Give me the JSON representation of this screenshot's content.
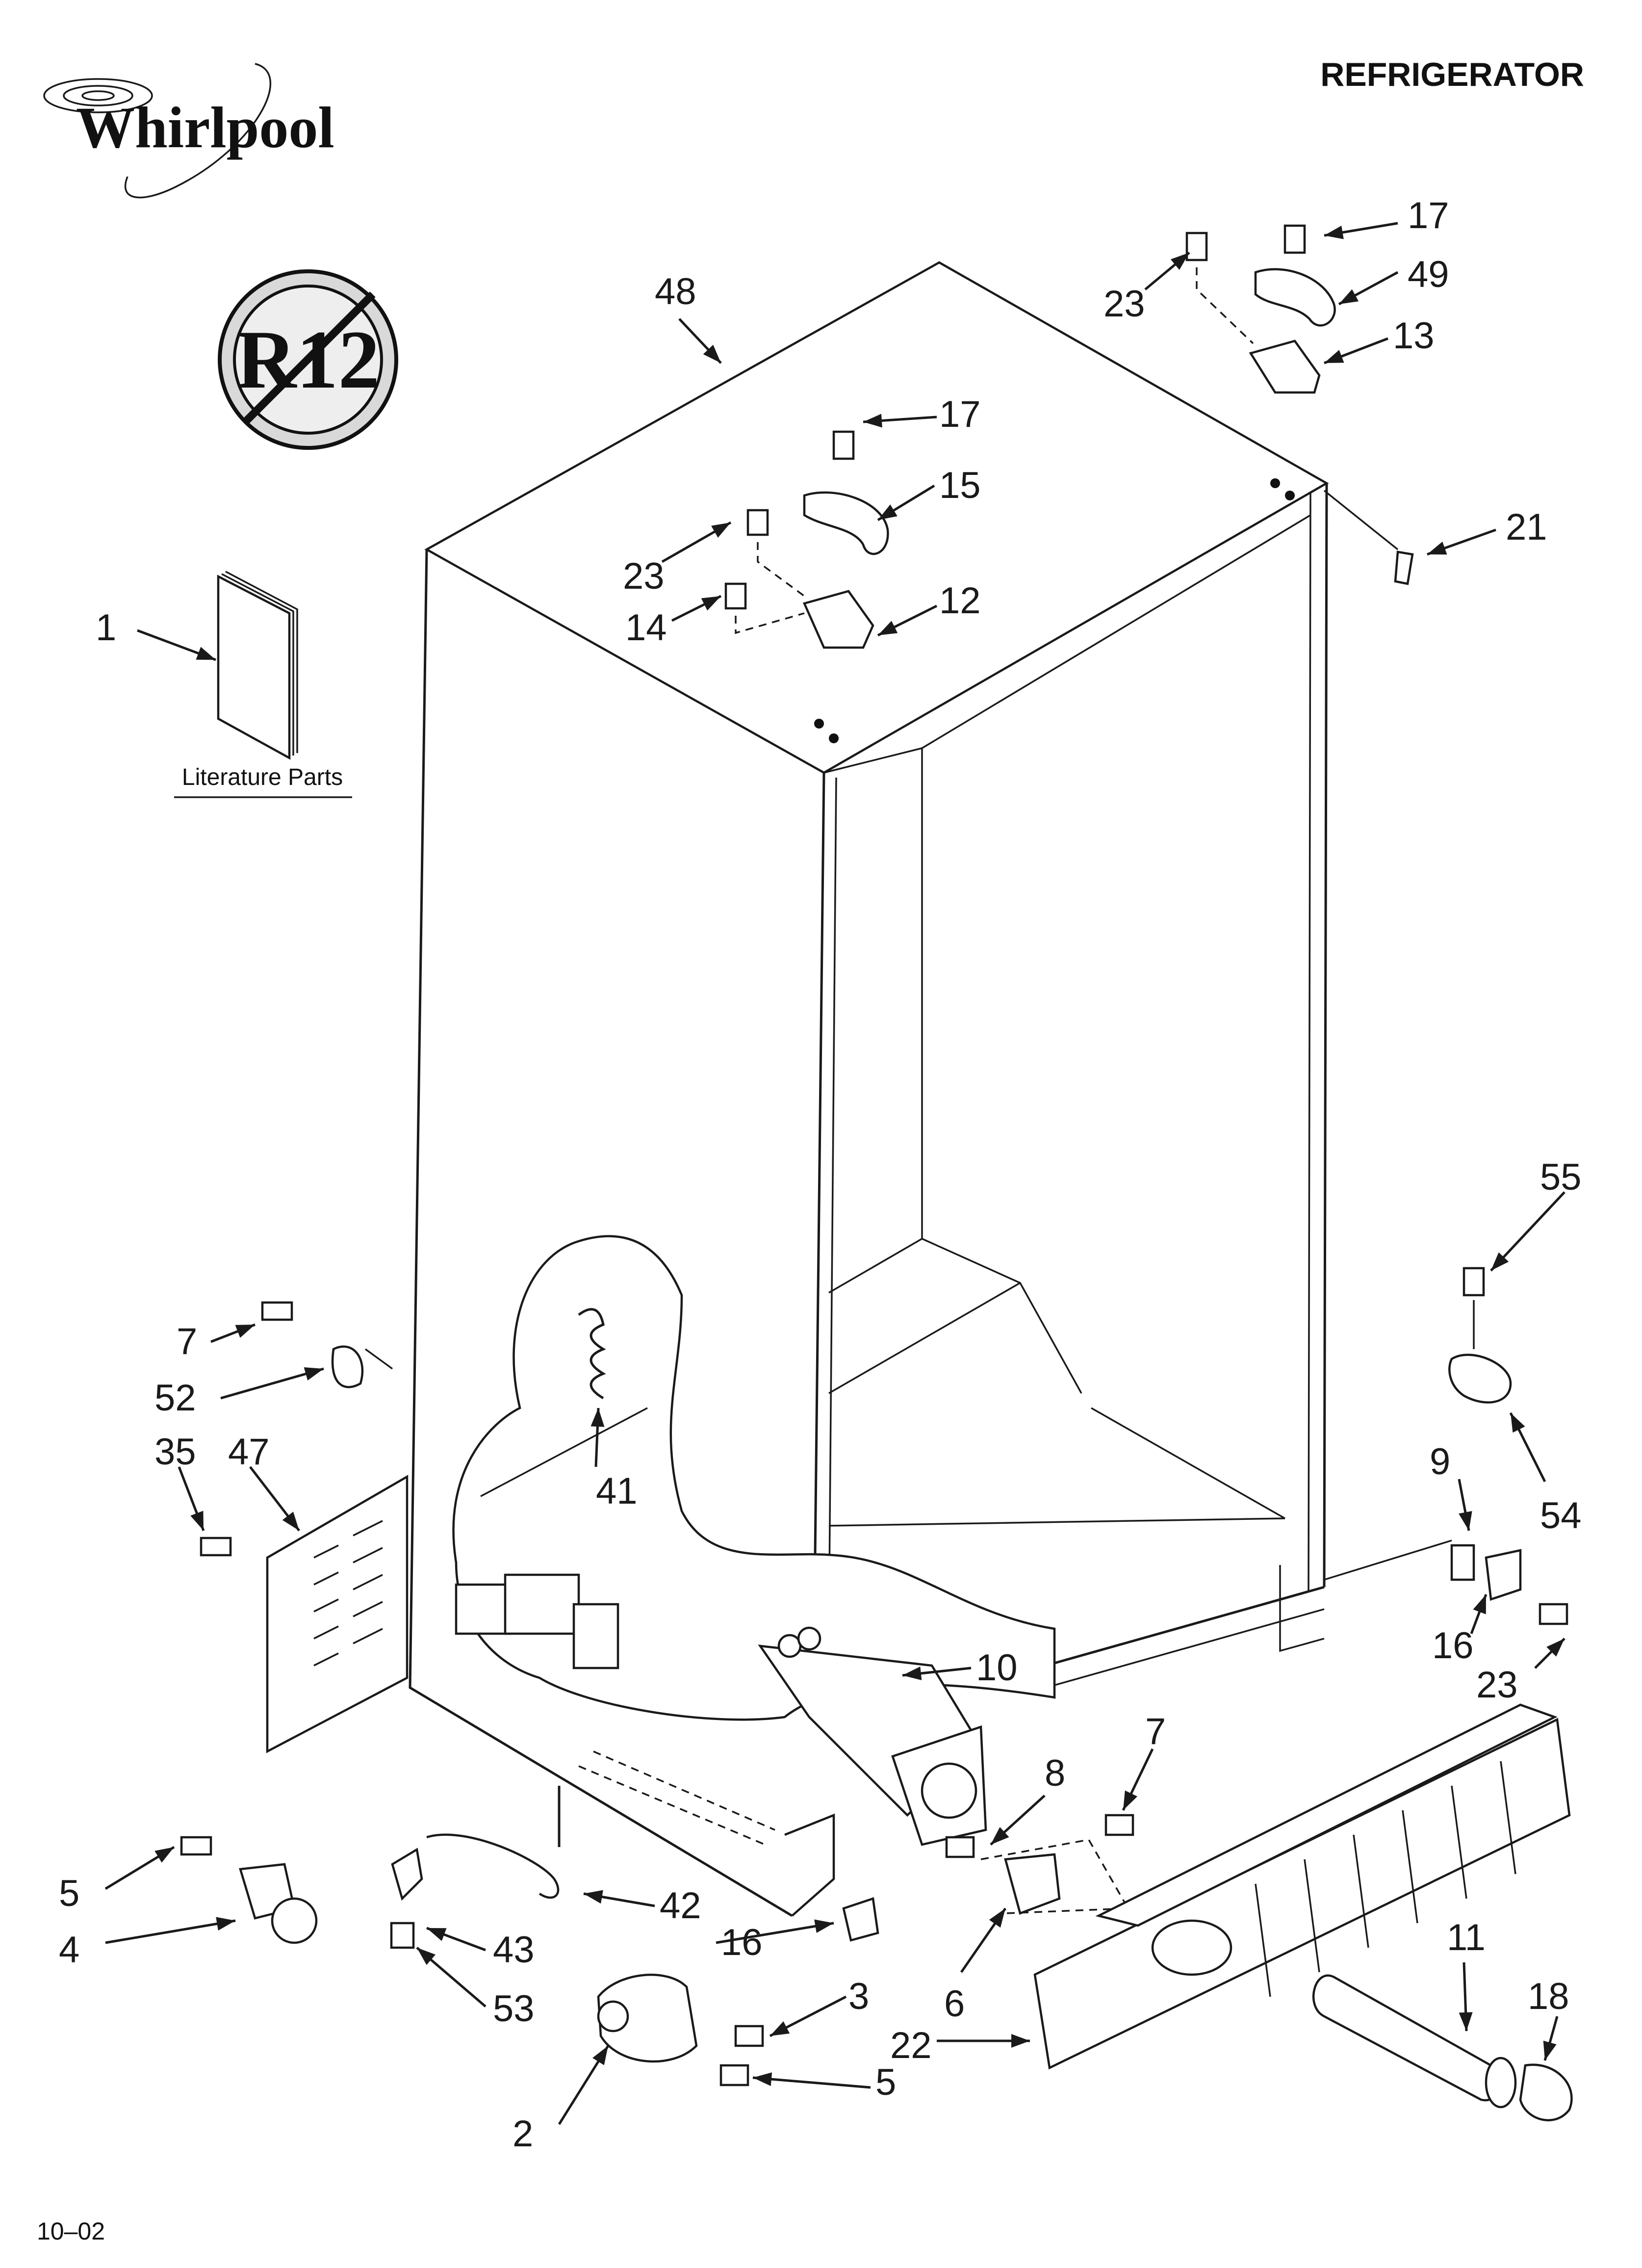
{
  "header": {
    "brand": "Whirlpool",
    "title": "REFRIGERATOR",
    "badge": "R12"
  },
  "literature_label": "Literature Parts",
  "footer_code": "10–02",
  "callouts": [
    {
      "label": "48",
      "anchor": "cabinet-top"
    },
    {
      "label": "17",
      "anchor": "hinge-screw-right-top"
    },
    {
      "label": "23",
      "anchor": "hinge-screw-right-side"
    },
    {
      "label": "49",
      "anchor": "hinge-cover-right"
    },
    {
      "label": "13",
      "anchor": "hinge-right"
    },
    {
      "label": "17",
      "anchor": "hinge-screw-left-top"
    },
    {
      "label": "15",
      "anchor": "hinge-cover-left"
    },
    {
      "label": "23",
      "anchor": "hinge-screw-left-side"
    },
    {
      "label": "14",
      "anchor": "hinge-screw-left-lower"
    },
    {
      "label": "12",
      "anchor": "hinge-left"
    },
    {
      "label": "21",
      "anchor": "plug"
    },
    {
      "label": "1",
      "anchor": "literature"
    },
    {
      "label": "55",
      "anchor": "screw-lower-right"
    },
    {
      "label": "54",
      "anchor": "bracket-lower-right"
    },
    {
      "label": "7",
      "anchor": "screw-left"
    },
    {
      "label": "52",
      "anchor": "clip-left"
    },
    {
      "label": "35",
      "anchor": "screw-panel"
    },
    {
      "label": "47",
      "anchor": "rear-panel"
    },
    {
      "label": "41",
      "anchor": "coil"
    },
    {
      "label": "9",
      "anchor": "bracket-right"
    },
    {
      "label": "16",
      "anchor": "hinge-pin-right"
    },
    {
      "label": "23",
      "anchor": "screw-bracket-right"
    },
    {
      "label": "10",
      "anchor": "duct"
    },
    {
      "label": "7",
      "anchor": "screw-center"
    },
    {
      "label": "8",
      "anchor": "screw-duct"
    },
    {
      "label": "5",
      "anchor": "screw-roller"
    },
    {
      "label": "4",
      "anchor": "roller"
    },
    {
      "label": "42",
      "anchor": "tube"
    },
    {
      "label": "43",
      "anchor": "clamp"
    },
    {
      "label": "16",
      "anchor": "hinge-pin-center"
    },
    {
      "label": "53",
      "anchor": "screw-clamp"
    },
    {
      "label": "6",
      "anchor": "bracket-center"
    },
    {
      "label": "3",
      "anchor": "screw-hinge-bottom-1"
    },
    {
      "label": "5",
      "anchor": "screw-hinge-bottom-2"
    },
    {
      "label": "2",
      "anchor": "hinge-bottom"
    },
    {
      "label": "22",
      "anchor": "grille"
    },
    {
      "label": "11",
      "anchor": "filter"
    },
    {
      "label": "18",
      "anchor": "filter-cap"
    }
  ]
}
